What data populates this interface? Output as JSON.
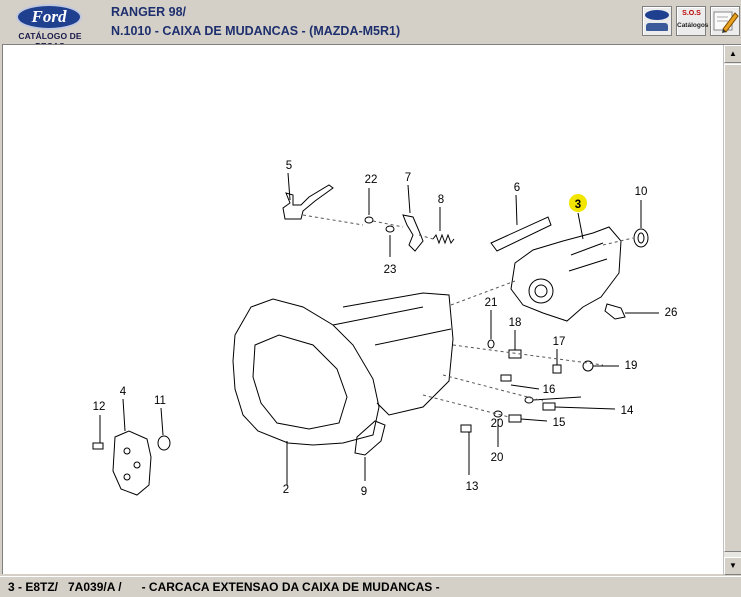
{
  "header": {
    "logo_text": "Ford",
    "logo_caption": "CATÁLOGO DE PEÇAS",
    "title_line1": "RANGER 98/",
    "title_line2": "N.1010 - CAIXA DE MUDANCAS - (MAZDA-M5R1)"
  },
  "toolbar": {
    "ford_icon": "ford-car-icon",
    "sos_label_top": "S.O.S",
    "sos_label_bottom": "Catálogos",
    "tools_icon": "pencil-tools-icon"
  },
  "diagram": {
    "callouts": [
      "5",
      "22",
      "7",
      "8",
      "23",
      "6",
      "3",
      "10",
      "21",
      "18",
      "26",
      "17",
      "19",
      "16",
      "20",
      "14",
      "15",
      "4",
      "12",
      "11",
      "2",
      "9",
      "13",
      "20"
    ],
    "highlighted_callout": "3",
    "highlight_color": "#f2e600"
  },
  "status": {
    "text": "3 - E8TZ/   7A039/A /      - CARCACA EXTENSAO DA CAIXA DE MUDANCAS -"
  },
  "scrollbar": {
    "up_arrow": "arrow-up-icon",
    "down_arrow": "arrow-down-icon"
  }
}
